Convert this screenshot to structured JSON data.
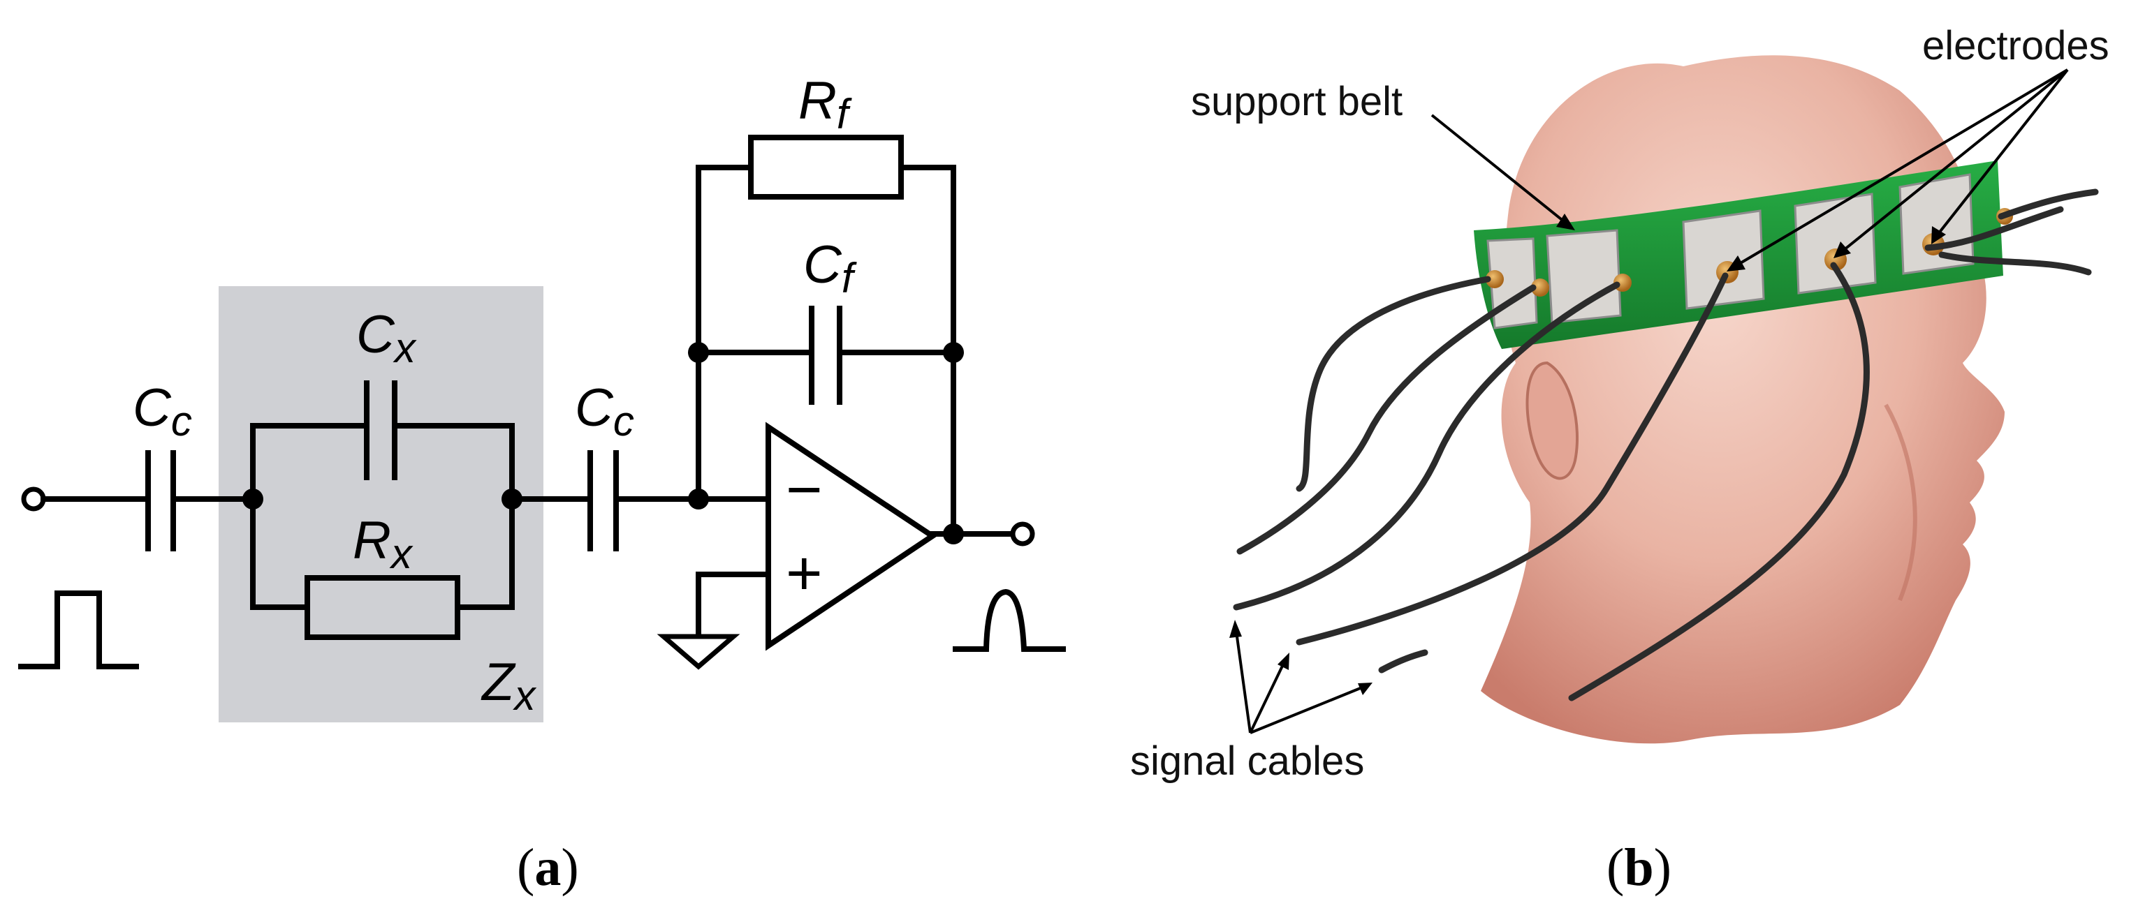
{
  "panel_a": {
    "caption_open": "(",
    "caption_letter": "a",
    "caption_close": ")",
    "labels": {
      "cc_left": {
        "main": "C",
        "sub": "c"
      },
      "cx": {
        "main": "C",
        "sub": "x"
      },
      "rx": {
        "main": "R",
        "sub": "x"
      },
      "zx": {
        "main": "Z",
        "sub": "x"
      },
      "cc_right": {
        "main": "C",
        "sub": "c"
      },
      "rf": {
        "main": "R",
        "sub": "f"
      },
      "cf": {
        "main": "C",
        "sub": "f"
      },
      "minus": "−",
      "plus": "+"
    },
    "colors": {
      "impedance_box": "#cfd0d4",
      "wire": "#000000"
    }
  },
  "panel_b": {
    "caption_open": "(",
    "caption_letter": "b",
    "caption_close": ")",
    "callouts": {
      "support_belt": "support belt",
      "electrodes": "electrodes",
      "signal_cables": "signal cables"
    },
    "colors": {
      "skin": "#e8b3a4",
      "belt": "#1f9a3a",
      "electrode_pad": "#d9d6d2",
      "connector": "#c98a2e",
      "cable": "#2b2b2b"
    }
  }
}
